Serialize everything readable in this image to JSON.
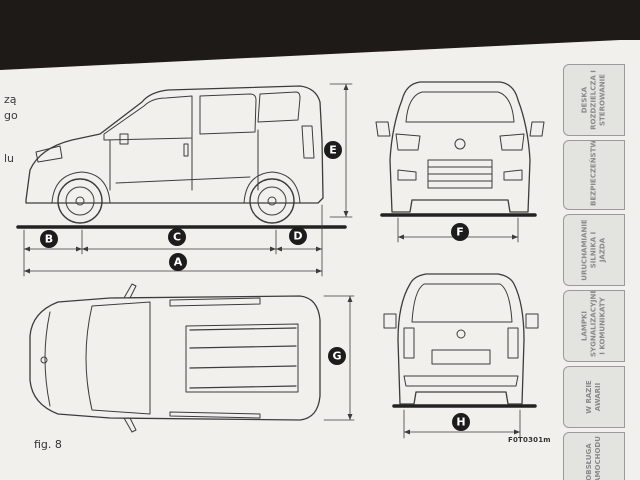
{
  "text_fragments": [
    "zą",
    "go",
    "lu"
  ],
  "figure": {
    "caption": "fig. 8",
    "image_code": "F0T0301m"
  },
  "dimension_labels": [
    "A",
    "B",
    "C",
    "D",
    "E",
    "F",
    "G",
    "H"
  ],
  "side_tabs": [
    {
      "label": "DESKA ROZDZIELCZA I STEROWANIE"
    },
    {
      "label": "BEZPIECZEŃSTWO"
    },
    {
      "label": "URUCHAMIANIE SILNIKA I JAZDA"
    },
    {
      "label": "LAMPKI SYGNALIZACYJNE I KOMUNIKATY"
    },
    {
      "label": "W RAZIE AWARII"
    },
    {
      "label": "OBSŁUGA SAMOCHODU"
    }
  ]
}
